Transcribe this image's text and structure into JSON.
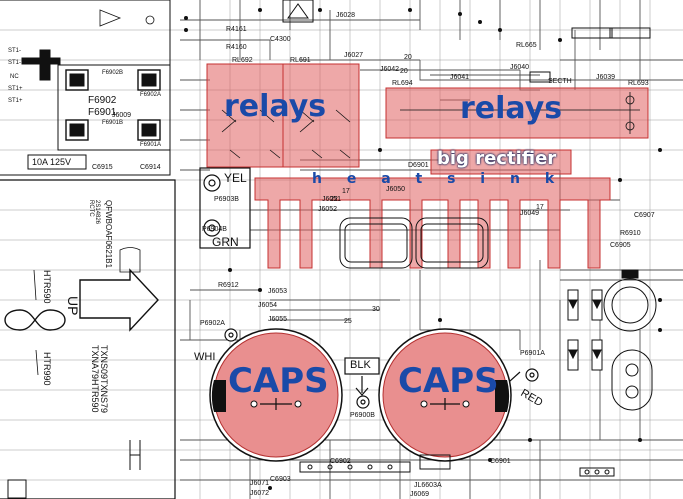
{
  "overlay": {
    "relays_left": "relays",
    "relays_right": "relays",
    "big_rectifier": "big rectifier",
    "heatsink": "h e a t s i n k",
    "caps_left": "CAPS",
    "caps_right": "CAPS"
  },
  "wires": {
    "yel": "YEL",
    "grn": "GRN",
    "whi": "WHI",
    "blk": "BLK",
    "red": "RED"
  },
  "fuse": {
    "rating": "10A 125V",
    "f6902": "F6902",
    "f6901": "F6901",
    "f6902b": "F6902B",
    "f6902a": "F6902A",
    "f6901b": "F6901B",
    "f6901a": "F6901A"
  },
  "left_panel": {
    "part_codes": "2S14826\nRCTC",
    "model_a": "QFWBOAF0621B1",
    "htr590": "HTR590",
    "up": "UP",
    "htr990": "HTR990",
    "txn": "TXNS09TXNS79\nTXNA79HTR590"
  },
  "refs": {
    "r4161": "R4161",
    "r4160": "R4160",
    "c4300": "C4300",
    "rl692": "RL692",
    "rl691": "RL691",
    "rl694": "RL694",
    "rl693": "RL693",
    "rl665": "RL665",
    "j6028": "J6028",
    "j6027": "J6027",
    "j6042": "J6042",
    "j6041": "J6041",
    "j6040": "J6040",
    "j6039": "J6039",
    "j6051": "J6051",
    "j6050": "J6050",
    "j6052": "J6052",
    "j6049": "J6049",
    "j6053": "J6053",
    "j6054": "J6054",
    "j6055": "J6055",
    "j6009": "J6009",
    "c6915": "C6915",
    "c6914": "C6914",
    "d6901": "D6901",
    "p6903b": "P6903B",
    "p6904b": "P6904B",
    "p6902a": "P6902A",
    "p6900b": "P6900B",
    "p6901a": "P6901A",
    "r6912": "R6912",
    "c6902": "C6902",
    "c6901": "C6901",
    "j6071": "J6071",
    "j6072": "J6072",
    "j6069": "J6069",
    "jl6603a": "JL6603A",
    "c6903": "C6903",
    "r6910": "R6910",
    "c6907": "C6907",
    "c6905": "C6905",
    "w20": "20",
    "w17": "17",
    "w22": "22",
    "w30": "30",
    "w25": "25",
    "secth": "SECTH",
    "sl1": "ST1-",
    "sl2": "ST1-",
    "nc": "NC",
    "st1a": "ST1+",
    "st1b": "ST1+"
  }
}
